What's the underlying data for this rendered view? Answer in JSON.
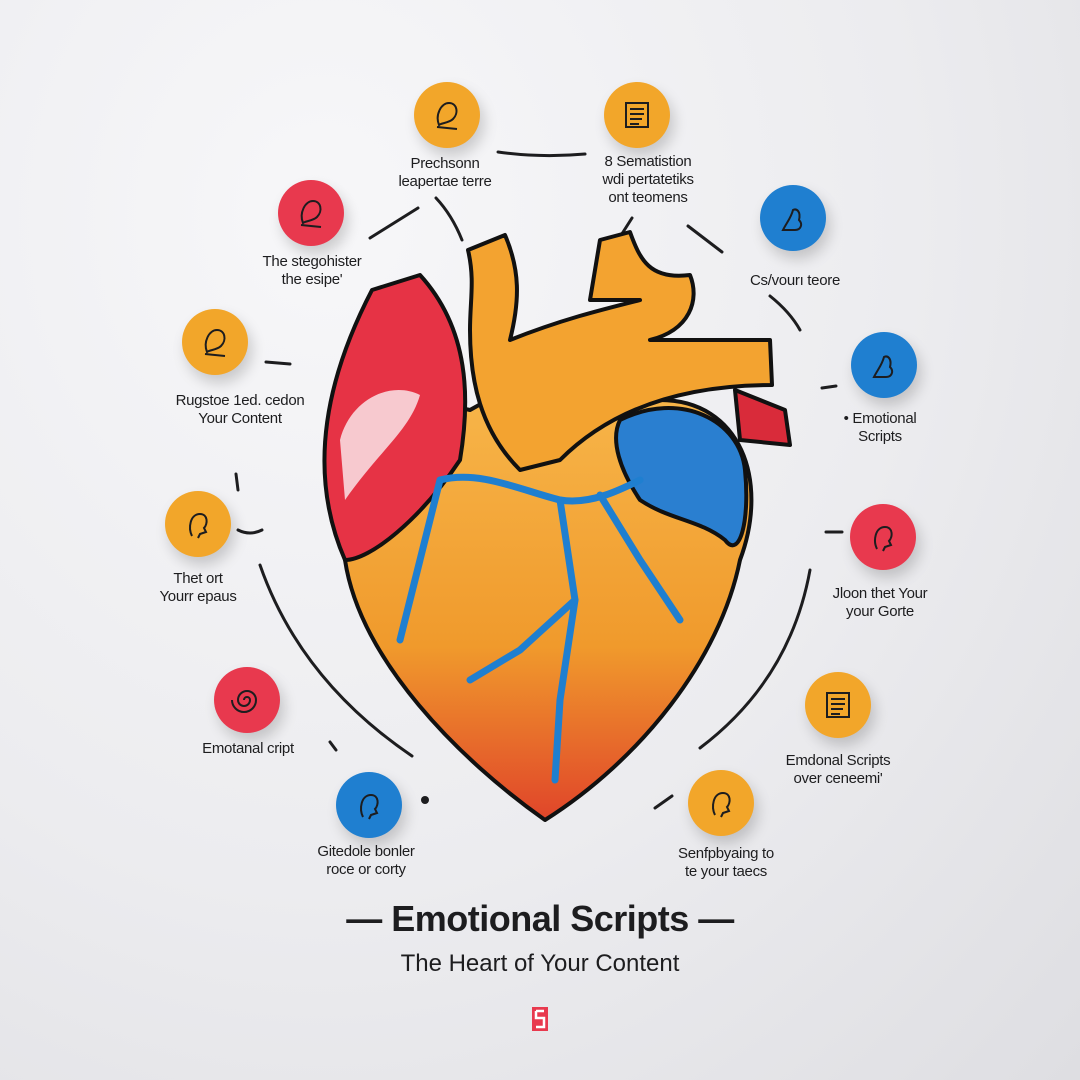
{
  "colors": {
    "orange": "#f2a62a",
    "red": "#e8394e",
    "blue": "#1f7fd0"
  },
  "nodes": [
    {
      "color": "orange",
      "icon": "profile-sketch-icon",
      "lines": [
        "Prechsonn",
        "leapertae terre"
      ]
    },
    {
      "color": "orange",
      "icon": "script-page-icon",
      "lines": [
        "8 Sematistion",
        "wdi pertatetiks",
        "ont teomens"
      ]
    },
    {
      "color": "red",
      "icon": "profile-sketch-icon",
      "lines": [
        "The stegohister",
        "the esipe'"
      ]
    },
    {
      "color": "blue",
      "icon": "hand-sketch-icon",
      "lines": [
        "Cs/vourı teore"
      ]
    },
    {
      "color": "orange",
      "icon": "profile-sketch-icon",
      "lines": [
        "Rugstoe 1ed. cedon",
        "Your Content"
      ]
    },
    {
      "color": "blue",
      "icon": "hand-sketch-icon",
      "lines": [
        "• Emotional",
        "Scripts"
      ]
    },
    {
      "color": "orange",
      "icon": "face-sketch-icon",
      "lines": [
        "Thet ort",
        "Yourr epaus"
      ]
    },
    {
      "color": "red",
      "icon": "face-sketch-icon",
      "lines": [
        "Jloon thet Your",
        "your Gorte"
      ]
    },
    {
      "color": "red",
      "icon": "spiral-icon",
      "lines": [
        "Emotanal cript"
      ]
    },
    {
      "color": "orange",
      "icon": "script-page-icon",
      "lines": [
        "Emdonal Scripts",
        "over ceneemi'"
      ]
    },
    {
      "color": "blue",
      "icon": "face-sketch-icon",
      "lines": [
        "Gitedole bonler",
        "roce or corty"
      ]
    },
    {
      "color": "orange",
      "icon": "face-sketch-icon",
      "lines": [
        "Senfpbyaing to",
        "te your taecs"
      ]
    }
  ],
  "title": "Emotional Scripts",
  "subtitle": "The Heart of Your Content"
}
